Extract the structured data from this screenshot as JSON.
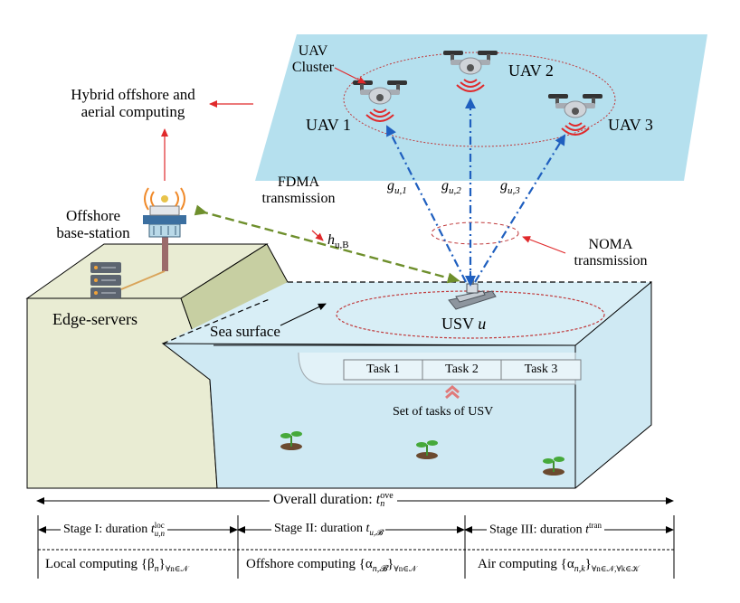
{
  "labels": {
    "hybrid_line1": "Hybrid offshore and",
    "hybrid_line2": "aerial computing",
    "uav_cluster_line1": "UAV",
    "uav_cluster_line2": "Cluster",
    "uav1": "UAV 1",
    "uav2": "UAV 2",
    "uav3": "UAV 3",
    "fdma_line1": "FDMA",
    "fdma_line2": "transmission",
    "offshore_line1": "Offshore",
    "offshore_line2": "base-station",
    "edge_servers": "Edge-servers",
    "noma_line1": "NOMA",
    "noma_line2": "transmission",
    "sea_surface": "Sea surface",
    "usv": "USV",
    "usv_var": "u",
    "set_of_tasks": "Set of tasks of USV"
  },
  "channels": {
    "g1_base": "g",
    "g1_sub": "u,1",
    "g2_base": "g",
    "g2_sub": "u,2",
    "g3_base": "g",
    "g3_sub": "u,3",
    "h_base": "h",
    "h_sub": "u,B"
  },
  "tasks": [
    "Task 1",
    "Task 2",
    "Task 3"
  ],
  "timeline": {
    "overall_text": "Overall duration: ",
    "overall_var": "t",
    "overall_sub": "n",
    "overall_sup": "ove",
    "stages": [
      {
        "text": "Stage I: duration ",
        "var": "t",
        "sub": "u,n",
        "sup": "loc"
      },
      {
        "text": "Stage II: duration ",
        "var": "t",
        "sub": "u,𝓑",
        "sup": ""
      },
      {
        "text": "Stage III: duration ",
        "var": "t",
        "sub": "",
        "sup": "tran"
      }
    ],
    "computing": [
      {
        "text": "Local computing ",
        "set": "{β",
        "set_sub": "n",
        "set_close": "}",
        "cond": "∀n∈𝒩"
      },
      {
        "text": "Offshore computing ",
        "set": "{α",
        "set_sub": "n,𝓑",
        "set_close": "}",
        "cond": "∀n∈𝒩"
      },
      {
        "text": "Air computing ",
        "set": "{α",
        "set_sub": "n,k",
        "set_close": "}",
        "cond": "∀n∈𝒩,∀k∈𝒦"
      }
    ]
  },
  "colors": {
    "sky_plane": "#b5e0ee",
    "sea_top": "#d8eef6",
    "sea_front": "#cfe9f3",
    "land": "#e9ecd3",
    "land_side": "#c7cfa2",
    "red_arrow": "#e0292b",
    "blue_link": "#1f5fbf",
    "green_link": "#6e8f2c"
  }
}
